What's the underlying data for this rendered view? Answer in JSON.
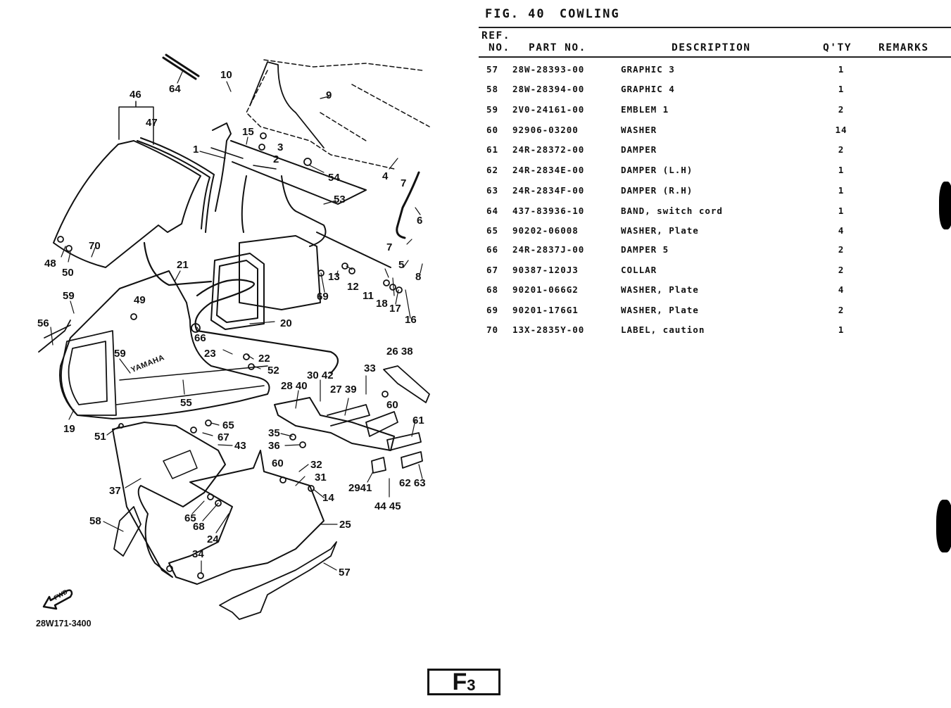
{
  "figure": {
    "label": "FIG. 40",
    "title": "COWLING"
  },
  "table": {
    "headers": {
      "ref_line1": "REF.",
      "ref_line2": "NO.",
      "part_no": "PART NO.",
      "description": "DESCRIPTION",
      "qty": "Q'TY",
      "remarks": "REMARKS"
    },
    "rows": [
      {
        "ref": "57",
        "part_no": "28W-28393-00",
        "description": "GRAPHIC 3",
        "qty": "1",
        "remarks": ""
      },
      {
        "ref": "58",
        "part_no": "28W-28394-00",
        "description": "GRAPHIC 4",
        "qty": "1",
        "remarks": ""
      },
      {
        "ref": "59",
        "part_no": "2V0-24161-00",
        "description": "EMBLEM 1",
        "qty": "2",
        "remarks": ""
      },
      {
        "ref": "60",
        "part_no": "92906-03200",
        "description": "WASHER",
        "qty": "14",
        "remarks": ""
      },
      {
        "ref": "61",
        "part_no": "24R-28372-00",
        "description": "DAMPER",
        "qty": "2",
        "remarks": ""
      },
      {
        "ref": "62",
        "part_no": "24R-2834E-00",
        "description": "DAMPER (L.H)",
        "qty": "1",
        "remarks": ""
      },
      {
        "ref": "63",
        "part_no": "24R-2834F-00",
        "description": "DAMPER (R.H)",
        "qty": "1",
        "remarks": ""
      },
      {
        "ref": "64",
        "part_no": "437-83936-10",
        "description": "BAND, switch cord",
        "qty": "1",
        "remarks": ""
      },
      {
        "ref": "65",
        "part_no": "90202-06008",
        "description": "WASHER, Plate",
        "qty": "4",
        "remarks": ""
      },
      {
        "ref": "66",
        "part_no": "24R-2837J-00",
        "description": "DAMPER 5",
        "qty": "2",
        "remarks": ""
      },
      {
        "ref": "67",
        "part_no": "90387-120J3",
        "description": "COLLAR",
        "qty": "2",
        "remarks": ""
      },
      {
        "ref": "68",
        "part_no": "90201-066G2",
        "description": "WASHER, Plate",
        "qty": "4",
        "remarks": ""
      },
      {
        "ref": "69",
        "part_no": "90201-176G1",
        "description": "WASHER, Plate",
        "qty": "2",
        "remarks": ""
      },
      {
        "ref": "70",
        "part_no": "13X-2835Y-00",
        "description": "LABEL, caution",
        "qty": "1",
        "remarks": ""
      }
    ]
  },
  "diagram": {
    "drawing_number": "28W171-3400",
    "fwd_label": "FWD",
    "emblem_text": "YAMAHA",
    "callouts": [
      {
        "id": "c64",
        "text": "64"
      },
      {
        "id": "c10",
        "text": "10"
      },
      {
        "id": "c9",
        "text": "9"
      },
      {
        "id": "c46",
        "text": "46"
      },
      {
        "id": "c47",
        "text": "47"
      },
      {
        "id": "c15",
        "text": "15"
      },
      {
        "id": "c3",
        "text": "3"
      },
      {
        "id": "c2",
        "text": "2"
      },
      {
        "id": "c1",
        "text": "1"
      },
      {
        "id": "c54",
        "text": "54"
      },
      {
        "id": "c53",
        "text": "53"
      },
      {
        "id": "c4",
        "text": "4"
      },
      {
        "id": "c7a",
        "text": "7"
      },
      {
        "id": "c6",
        "text": "6"
      },
      {
        "id": "c7b",
        "text": "7"
      },
      {
        "id": "c5",
        "text": "5"
      },
      {
        "id": "c8",
        "text": "8"
      },
      {
        "id": "c48",
        "text": "48"
      },
      {
        "id": "c50",
        "text": "50"
      },
      {
        "id": "c70",
        "text": "70"
      },
      {
        "id": "c21",
        "text": "21"
      },
      {
        "id": "c13",
        "text": "13"
      },
      {
        "id": "c12",
        "text": "12"
      },
      {
        "id": "c11",
        "text": "11"
      },
      {
        "id": "c18",
        "text": "18"
      },
      {
        "id": "c17",
        "text": "17"
      },
      {
        "id": "c16",
        "text": "16"
      },
      {
        "id": "c69",
        "text": "69"
      },
      {
        "id": "c59a",
        "text": "59"
      },
      {
        "id": "c49",
        "text": "49"
      },
      {
        "id": "c56",
        "text": "56"
      },
      {
        "id": "c20",
        "text": "20"
      },
      {
        "id": "c66",
        "text": "66"
      },
      {
        "id": "c59b",
        "text": "59"
      },
      {
        "id": "c23",
        "text": "23"
      },
      {
        "id": "c22",
        "text": "22"
      },
      {
        "id": "c52",
        "text": "52"
      },
      {
        "id": "c2638",
        "text": "26 38"
      },
      {
        "id": "c55",
        "text": "55"
      },
      {
        "id": "c3042",
        "text": "30 42"
      },
      {
        "id": "c33",
        "text": "33"
      },
      {
        "id": "c2840",
        "text": "28 40"
      },
      {
        "id": "c2739",
        "text": "27 39"
      },
      {
        "id": "c60a",
        "text": "60"
      },
      {
        "id": "c19",
        "text": "19"
      },
      {
        "id": "c51",
        "text": "51"
      },
      {
        "id": "c65a",
        "text": "65"
      },
      {
        "id": "c61",
        "text": "61"
      },
      {
        "id": "c67",
        "text": "67"
      },
      {
        "id": "c35",
        "text": "35"
      },
      {
        "id": "c36",
        "text": "36"
      },
      {
        "id": "c43",
        "text": "43"
      },
      {
        "id": "c60b",
        "text": "60"
      },
      {
        "id": "c32",
        "text": "32"
      },
      {
        "id": "c37",
        "text": "37"
      },
      {
        "id": "c31",
        "text": "31"
      },
      {
        "id": "c2941",
        "text": "2941"
      },
      {
        "id": "c6263",
        "text": "62 63"
      },
      {
        "id": "c14",
        "text": "14"
      },
      {
        "id": "c4445",
        "text": "44 45"
      },
      {
        "id": "c58",
        "text": "58"
      },
      {
        "id": "c65b",
        "text": "65"
      },
      {
        "id": "c68",
        "text": "68"
      },
      {
        "id": "c25",
        "text": "25"
      },
      {
        "id": "c24",
        "text": "24"
      },
      {
        "id": "c34",
        "text": "34"
      },
      {
        "id": "c57",
        "text": "57"
      }
    ]
  },
  "page": {
    "letter": "F",
    "number": "3"
  }
}
